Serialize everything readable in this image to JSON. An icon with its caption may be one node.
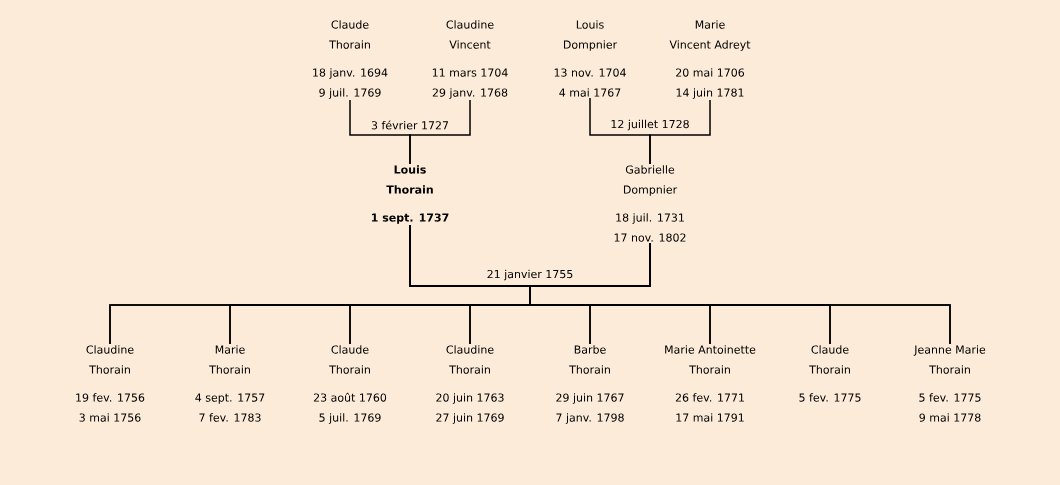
{
  "diagram": {
    "nodes": [
      {
        "text": [
          "Claude",
          "Thorain",
          "18 janv. 1694",
          "9 juil. 1769"
        ]
      },
      {
        "text": [
          "Claudine",
          "Vincent",
          "11 mars 1704",
          "29 janv. 1768"
        ]
      },
      {
        "text": [
          "Louis",
          "Dompnier",
          "13 nov. 1704",
          "4 mai 1767"
        ]
      },
      {
        "text": [
          "Marie",
          "Vincent Adreyt",
          "20 mai 1706",
          "14 juin 1781"
        ]
      },
      {
        "text": [
          "Louis",
          "Thorain",
          "1 sept. 1737"
        ]
      },
      {
        "text": [
          "Gabrielle",
          "Dompnier",
          "18 juil. 1731",
          "17 nov. 1802"
        ]
      },
      {
        "text": [
          "Claudine",
          "Thorain",
          "19 fev. 1756",
          "3 mai 1756"
        ]
      },
      {
        "text": [
          "Marie",
          "Thorain",
          "4 sept. 1757",
          "7 fev. 1783"
        ]
      },
      {
        "text": [
          "Claude",
          "Thorain",
          "23 août 1760",
          "5 juil. 1769"
        ]
      },
      {
        "text": [
          "Claudine",
          "Thorain",
          "20 juin 1763",
          "27 juin 1769"
        ]
      },
      {
        "text": [
          "Barbe",
          "Thorain",
          "29 juin 1767",
          "7 janv. 1798"
        ]
      },
      {
        "text": [
          "Marie Antoinette",
          "Thorain",
          "26 fev. 1771",
          "17 mai 1791"
        ]
      },
      {
        "text": [
          "Claude",
          "Thorain",
          "5 fev. 1775"
        ]
      },
      {
        "text": [
          "Jeanne Marie",
          "Thorain",
          "5 fev. 1775",
          "9 mai 1778"
        ]
      }
    ],
    "edges": [
      {
        "from": 0,
        "to": 4,
        "arrow": "none",
        "label": "3 février 1727"
      },
      {
        "from": 1,
        "to": 4,
        "arrow": "none"
      },
      {
        "from": 2,
        "to": 5,
        "arrow": "none",
        "label": "12 juillet 1728"
      },
      {
        "from": 3,
        "to": 5,
        "arrow": "none"
      },
      {
        "from": 4,
        "to": 6,
        "arrow": "none",
        "label": "21 janvier 1755"
      },
      {
        "from": 4,
        "to": 7,
        "arrow": "none"
      },
      {
        "from": 4,
        "to": 8,
        "arrow": "none"
      },
      {
        "from": 4,
        "to": 9,
        "arrow": "none"
      },
      {
        "from": 4,
        "to": 10,
        "arrow": "none"
      },
      {
        "from": 4,
        "to": 11,
        "arrow": "none"
      },
      {
        "from": 4,
        "to": 12,
        "arrow": "none"
      },
      {
        "from": 4,
        "to": 13,
        "arrow": "none"
      },
      {
        "from": 5,
        "to": 6,
        "arrow": "none"
      },
      {
        "from": 5,
        "to": 7,
        "arrow": "none"
      },
      {
        "from": 5,
        "to": 8,
        "arrow": "none"
      },
      {
        "from": 5,
        "to": 9,
        "arrow": "none"
      },
      {
        "from": 5,
        "to": 10,
        "arrow": "none"
      },
      {
        "from": 5,
        "to": 11,
        "arrow": "none"
      },
      {
        "from": 5,
        "to": 12,
        "arrow": "none"
      },
      {
        "from": 5,
        "to": 13,
        "arrow": "none"
      }
    ]
  }
}
